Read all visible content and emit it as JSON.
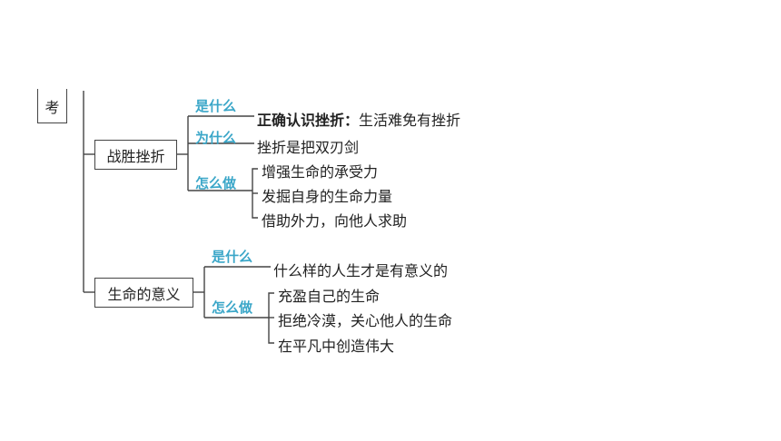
{
  "root": {
    "label": "考"
  },
  "nodes": [
    {
      "label": "战胜挫折",
      "branches": [
        {
          "label": "是什么",
          "items": [
            {
              "term": "正确认识挫折：",
              "text": "生活难免有挫折"
            }
          ]
        },
        {
          "label": "为什么",
          "items": [
            {
              "text": "挫折是把双刃剑"
            }
          ]
        },
        {
          "label": "怎么做",
          "items": [
            {
              "text": "增强生命的承受力"
            },
            {
              "text": "发掘自身的生命力量"
            },
            {
              "text": "借助外力，向他人求助"
            }
          ]
        }
      ]
    },
    {
      "label": "生命的意义",
      "branches": [
        {
          "label": "是什么",
          "items": [
            {
              "text": "什么样的人生才是有意义的"
            }
          ]
        },
        {
          "label": "怎么做",
          "items": [
            {
              "text": "充盈自己的生命"
            },
            {
              "text": "拒绝冷漠，关心他人的生命"
            },
            {
              "text": "在平凡中创造伟大"
            }
          ]
        }
      ]
    }
  ]
}
